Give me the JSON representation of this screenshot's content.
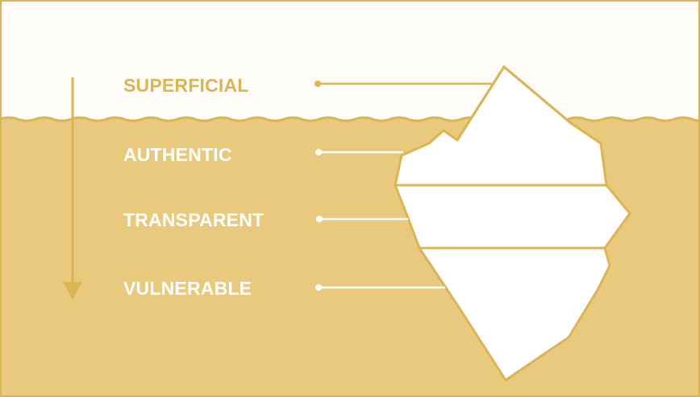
{
  "labels": {
    "superficial": "SUPERFICIAL",
    "authentic": "AUTHENTIC",
    "transparent": "TRANSPARENT",
    "vulnerable": "VULNERABLE"
  },
  "colors": {
    "gold": "#dcb454",
    "water": "#e8c97d",
    "sky": "#fefcf8",
    "ice": "#ffffff"
  }
}
